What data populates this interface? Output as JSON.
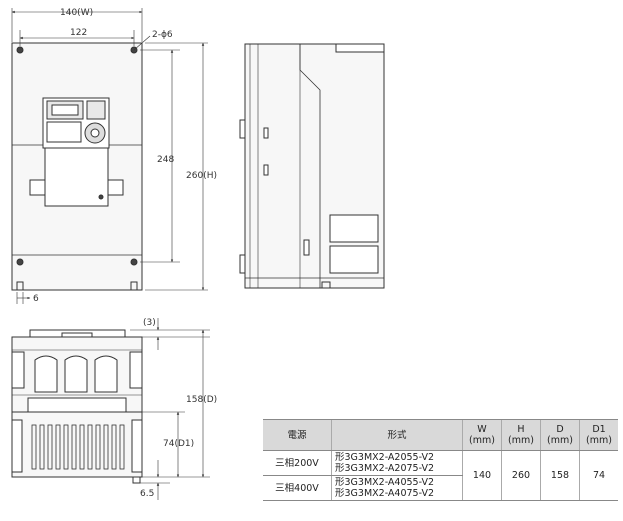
{
  "dimensions": {
    "front_width": "140(W)",
    "mount_width": "122",
    "hole": "2-ϕ6",
    "mount_height": "248",
    "total_height": "260(H)",
    "bottom_offset": "6",
    "top_offset": "(3)",
    "depth": "158(D)",
    "depth_d1": "74(D1)",
    "bottom_depth": "6.5"
  },
  "table": {
    "headers": {
      "power": "電源",
      "model": "形式",
      "w": "W",
      "h": "H",
      "d": "D",
      "d1": "D1",
      "unit": "(mm)"
    },
    "rows": [
      {
        "power": "三相200V",
        "model1": "形3G3MX2-A2055-V2",
        "model2": "形3G3MX2-A2075-V2"
      },
      {
        "power": "三相400V",
        "model1": "形3G3MX2-A4055-V2",
        "model2": "形3G3MX2-A4075-V2"
      }
    ],
    "values": {
      "w": "140",
      "h": "260",
      "d": "158",
      "d1": "74"
    }
  }
}
